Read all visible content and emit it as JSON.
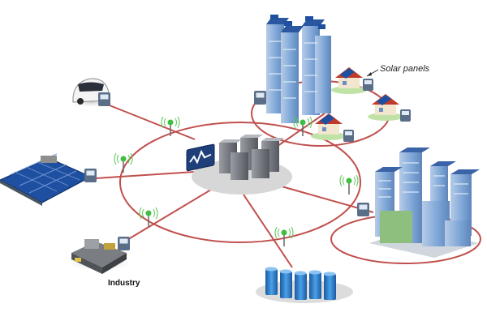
{
  "labels": {
    "solar_panels": "Solar panels",
    "industry": "Industry"
  },
  "colors": {
    "ring": "#c0504d",
    "link": "#c66f6a",
    "meter": "#5a6e88",
    "meter_screen": "#dfeaf5",
    "antenna_light": "#3fbf3f",
    "building_glass": "#7fa7d8",
    "solar_panel": "#1f4fa0",
    "roof_red": "#c0392b",
    "server": "#7d8087",
    "storage": "#2f78c8"
  },
  "nodes": [
    {
      "id": "electric-car",
      "icon": "car-icon"
    },
    {
      "id": "solar-farm",
      "icon": "solar-farm-icon"
    },
    {
      "id": "industry",
      "icon": "factory-icon"
    },
    {
      "id": "storage",
      "icon": "battery-storage-icon"
    },
    {
      "id": "city",
      "icon": "city-buildings-icon"
    },
    {
      "id": "towers",
      "icon": "apartment-towers-icon"
    },
    {
      "id": "houses",
      "icon": "house-icon"
    },
    {
      "id": "control-center",
      "icon": "server-icon"
    }
  ]
}
